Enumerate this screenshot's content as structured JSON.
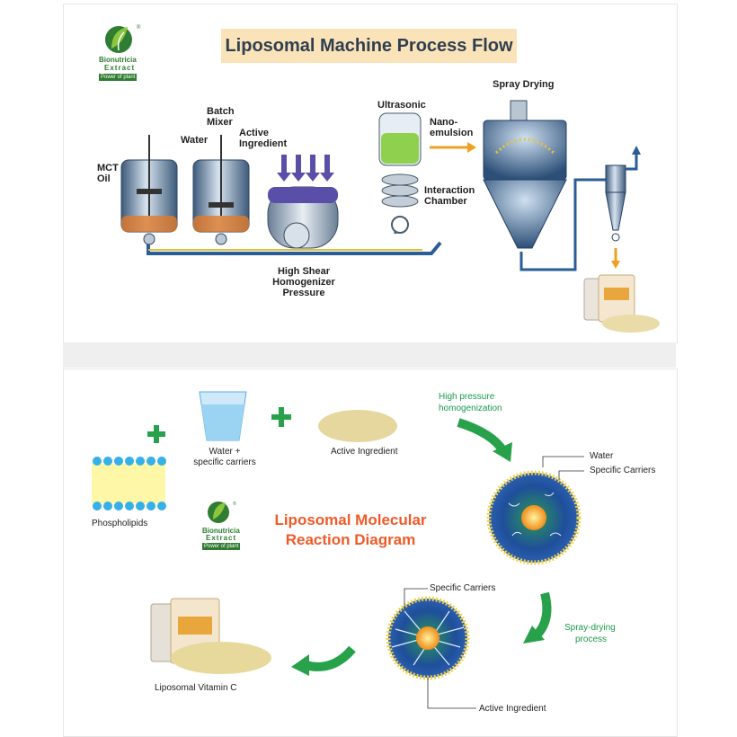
{
  "logo": {
    "brand_line1": "Bionutricia",
    "brand_line2": "Extract",
    "tagline": "Power of plant"
  },
  "top": {
    "title": "Liposomal Machine Process Flow",
    "labels": {
      "mct_oil": [
        "MCT",
        "Oil"
      ],
      "water": "Water",
      "batch_mixer": [
        "Batch",
        "Mixer"
      ],
      "active_ingredient": [
        "Active",
        "Ingredient"
      ],
      "ultrasonic": "Ultrasonic",
      "nano_emulsion": [
        "Nano-",
        "emulsion"
      ],
      "interaction_chamber": [
        "Interaction",
        "Chamber"
      ],
      "spray_drying": "Spray Drying",
      "high_shear": [
        "High Shear",
        "Homogenizer",
        "Pressure"
      ]
    }
  },
  "bottom": {
    "title": [
      "Liposomal Molecular",
      "Reaction Diagram"
    ],
    "labels": {
      "water_carriers": [
        "Water +",
        "specific carriers"
      ],
      "active_ingredient": "Active Ingredient",
      "phospholipids": "Phospholipids",
      "high_pressure": [
        "High pressure",
        "homogenization"
      ],
      "water": "Water",
      "specific_carriers_1": "Specific Carriers",
      "specific_carriers_2": "Specific Carriers",
      "spray_drying": [
        "Spray-drying",
        "process"
      ],
      "active_ingredient_2": "Active Ingredient",
      "liposomal_vitamin_c": "Liposomal Vitamin C"
    }
  },
  "colors": {
    "green": "#1b9a4a",
    "orange": "#f05a28",
    "steel": "#4a6a8a",
    "title_bg": "#fbe3b9"
  }
}
